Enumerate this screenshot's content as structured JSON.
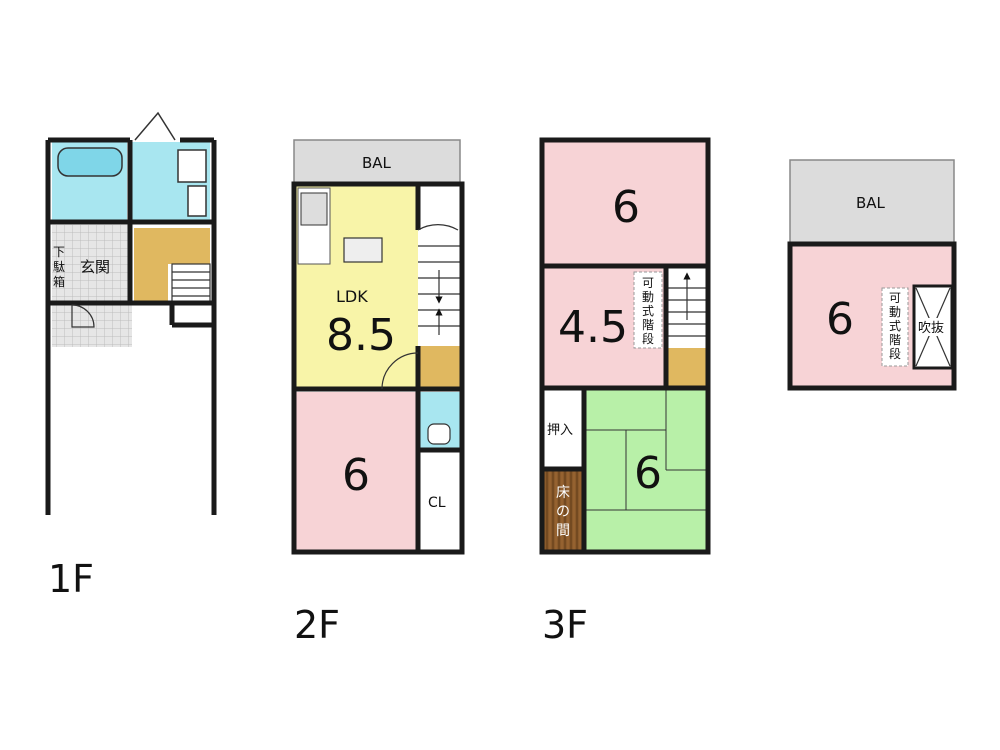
{
  "floors": {
    "f1": {
      "label": "1F",
      "entrance": "玄関",
      "shoe_box": [
        "下",
        "駄",
        "箱"
      ]
    },
    "f2": {
      "label": "2F",
      "balcony": "BAL",
      "ldk_label": "LDK",
      "ldk_size": "8.5",
      "room_size": "6",
      "closet": "CL"
    },
    "f3": {
      "label": "3F",
      "room_top_size": "6",
      "room_mid_size": "4.5",
      "movable_stair": [
        "可",
        "動",
        "式",
        "階",
        "段"
      ],
      "closet": "押入",
      "tokonoma": [
        "床",
        "の",
        "間"
      ],
      "tatami_size": "6"
    },
    "f4": {
      "balcony": "BAL",
      "room_size": "6",
      "movable_stair": [
        "可",
        "動",
        "式",
        "階",
        "段"
      ],
      "void": "吹抜"
    }
  },
  "colors": {
    "wall": "#1a1a1a",
    "bath": "#a8e6f0",
    "entrance": "#d9d9d9",
    "stair_landing": "#e0b860",
    "ldk": "#f8f4a8",
    "bedroom": "#f7d3d6",
    "tatami": "#b8f0a8",
    "balcony": "#dcdcdc",
    "tokonoma": "#8a5a2b"
  }
}
